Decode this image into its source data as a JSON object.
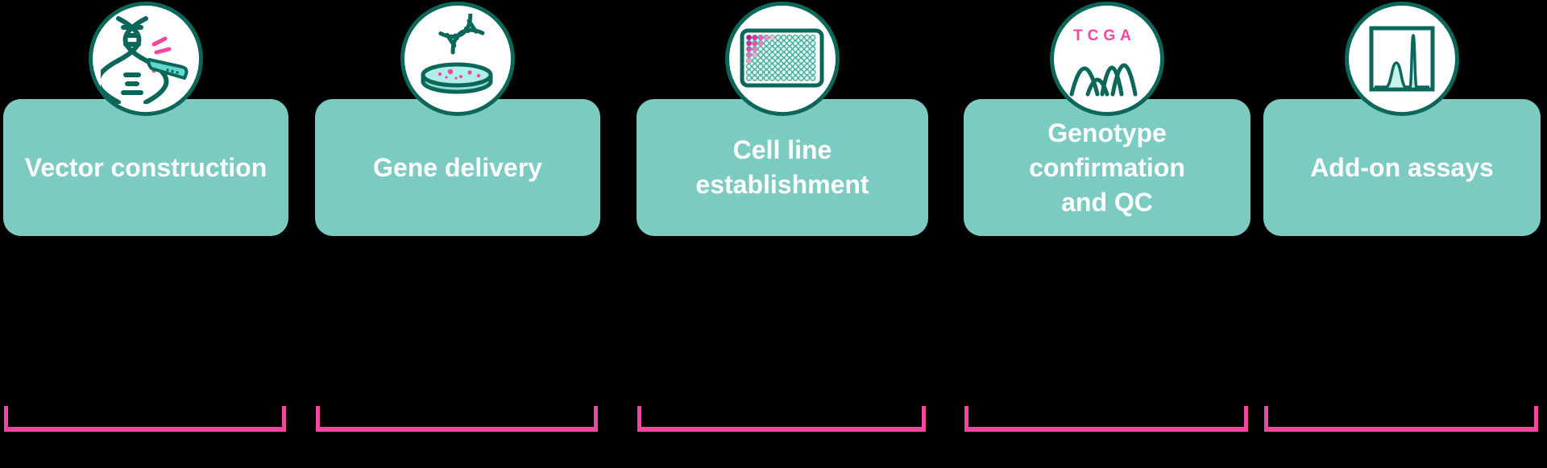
{
  "diagram": {
    "type": "process-flow",
    "background_color": "#000000",
    "colors": {
      "card_fill": "#7CCBC3",
      "card_text": "#FFFFFF",
      "outline_teal_dark": "#0B675A",
      "icon_fill_teal_light": "#AFEFE7",
      "accent_pink": "#F2479F"
    },
    "stages": [
      {
        "label": "Vector construction",
        "lines": [
          "Vector construction"
        ],
        "icon": "dna-scalpel-icon"
      },
      {
        "label": "Gene delivery",
        "lines": [
          "Gene delivery"
        ],
        "icon": "dna-petri-dish-icon"
      },
      {
        "label": "Cell line establishment",
        "lines": [
          "Cell line",
          "establishment"
        ],
        "icon": "96-well-plate-icon"
      },
      {
        "label": "Genotype confirmation and QC",
        "lines": [
          "Genotype",
          "confirmation",
          "and QC"
        ],
        "icon": "sequencing-trace-icon",
        "icon_text": "TCGA"
      },
      {
        "label": "Add-on assays",
        "lines": [
          "Add-on assays"
        ],
        "icon": "chromatogram-peaks-icon"
      }
    ]
  }
}
